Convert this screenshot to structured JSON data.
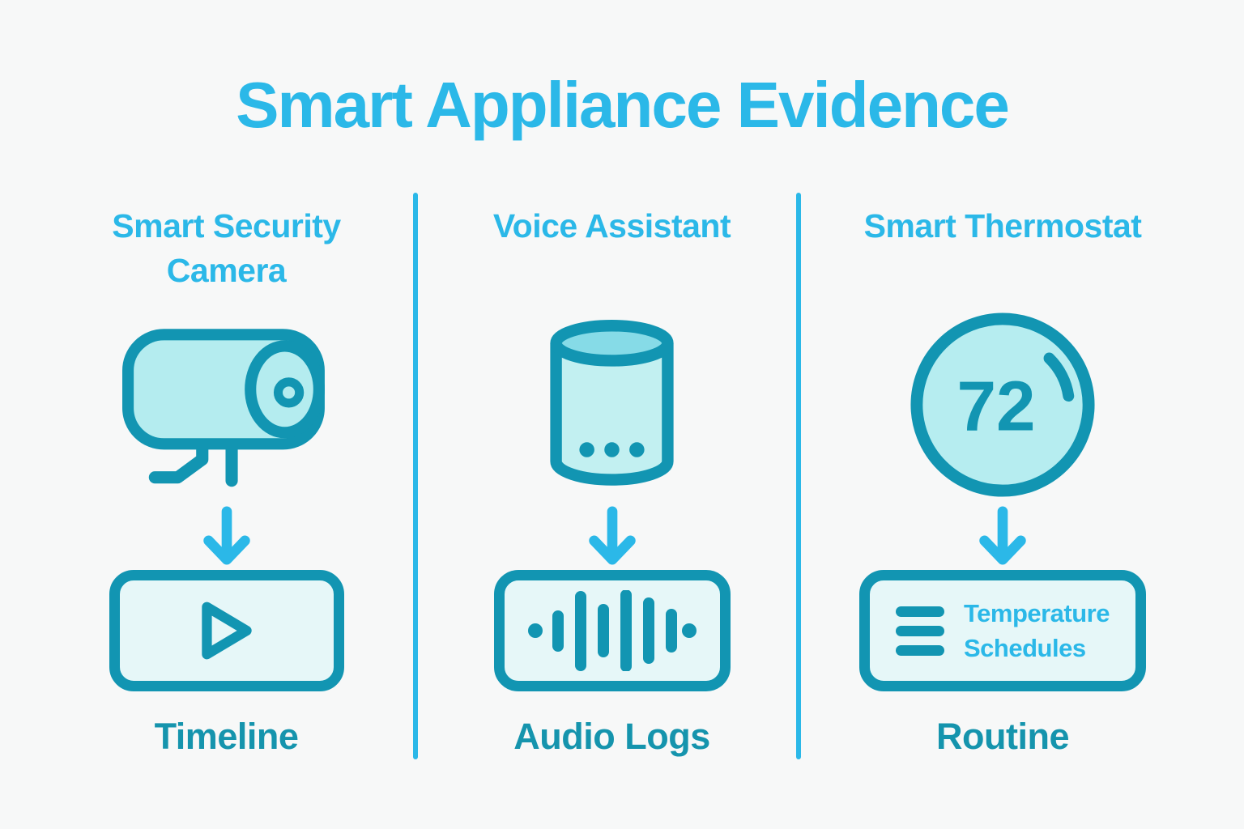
{
  "title": "Smart Appliance Evidence",
  "colors": {
    "accent_cyan": "#2bb8e8",
    "icon_stroke_teal": "#1295b2",
    "label_teal": "#1594ad",
    "device_fill": "#b4ecef",
    "box_fill": "#e6f7f8",
    "speaker_top_fill": "#86dbe7",
    "background": "#f7f8f8"
  },
  "columns": [
    {
      "header": "Smart Security Camera",
      "device_icon": "security-camera-icon",
      "result_icon": "play-icon",
      "label": "Timeline"
    },
    {
      "header": "Voice Assistant",
      "device_icon": "smart-speaker-icon",
      "result_icon": "audio-waveform-icon",
      "label": "Audio Logs"
    },
    {
      "header": "Smart Thermostat",
      "device_icon": "thermostat-icon",
      "thermostat_reading": "72",
      "result_box": {
        "line1": "Temperature",
        "line2": "Schedules"
      },
      "label": "Routine"
    }
  ]
}
